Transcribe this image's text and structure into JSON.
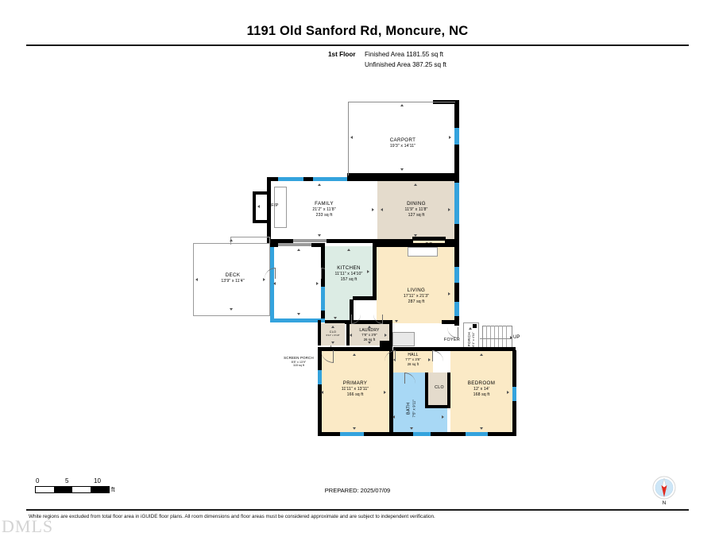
{
  "header": {
    "title": "1191 Old Sanford Rd, Moncure, NC",
    "floor_label": "1st Floor",
    "finished_area": "Finished Area 1181.55 sq ft",
    "unfinished_area": "Unfinished Area 387.25 sq ft"
  },
  "rooms": [
    {
      "key": "carport",
      "name": "CARPORT",
      "dims": "19'3\" x 14'11\"",
      "area": ""
    },
    {
      "key": "family",
      "name": "FAMILY",
      "dims": "21'2\" x 11'8\"",
      "area": "233 sq ft"
    },
    {
      "key": "dining",
      "name": "DINING",
      "dims": "11'9\" x 11'8\"",
      "area": "127 sq ft"
    },
    {
      "key": "deck",
      "name": "DECK",
      "dims": "13'9\" x 11'4\"",
      "area": ""
    },
    {
      "key": "screen_porch",
      "name": "SCREEN PORCH",
      "dims": "8'8\" x 13'9\"",
      "area": "118 sq ft"
    },
    {
      "key": "kitchen",
      "name": "KITCHEN",
      "dims": "11'11\" x 14'10\"",
      "area": "157 sq ft"
    },
    {
      "key": "living",
      "name": "LIVING",
      "dims": "17'11\" x 21'3\"",
      "area": "287 sq ft"
    },
    {
      "key": "laundry",
      "name": "LAUNDRY",
      "dims": "7'8\" x 3'9\"",
      "area": "26 sq ft"
    },
    {
      "key": "closet_left",
      "name": "CLO",
      "dims": "3'11\" x 3'10\"",
      "area": ""
    },
    {
      "key": "hall",
      "name": "HALL",
      "dims": "7'7\" x 3'8\"",
      "area": "28 sq ft"
    },
    {
      "key": "primary",
      "name": "PRIMARY",
      "dims": "11'11\" x 13'11\"",
      "area": "166 sq ft"
    },
    {
      "key": "bath",
      "name": "BATH",
      "dims": "7'5\" x 9'11\"",
      "area": ""
    },
    {
      "key": "closet_hall",
      "name": "CLO",
      "dims": "",
      "area": ""
    },
    {
      "key": "bedroom",
      "name": "BEDROOM",
      "dims": "12' x 14'",
      "area": "168 sq ft"
    },
    {
      "key": "foyer",
      "name": "FOYER",
      "dims": "",
      "area": ""
    },
    {
      "key": "porch",
      "name": "PORCH",
      "dims": "6'1\" x 4'11\"",
      "area": ""
    }
  ],
  "fireplaces": {
    "left_label": "F/P",
    "right_label": "F/P"
  },
  "stairs": {
    "up_label": "UP"
  },
  "scale": {
    "zero": "0",
    "five": "5",
    "ten": "10",
    "unit": "ft"
  },
  "footer": {
    "prepared": "PREPARED: 2025/07/09",
    "compass_label": "N",
    "disclaimer": "White regions are excluded from total floor area in iGUIDE floor plans. All room dimensions and floor areas must be considered approximate and are subject to independent verification.",
    "watermark": "DMLS"
  },
  "colors": {
    "wall": "#000000",
    "window": "#34a3dd",
    "finished_cream": "#fbeac6",
    "kitchen_green": "#dcece4",
    "dining_tan": "#e4dbcc",
    "bath_blue": "#a8d8f5",
    "compass_circle": "#cde6f7",
    "compass_needle": "#e02b20"
  }
}
